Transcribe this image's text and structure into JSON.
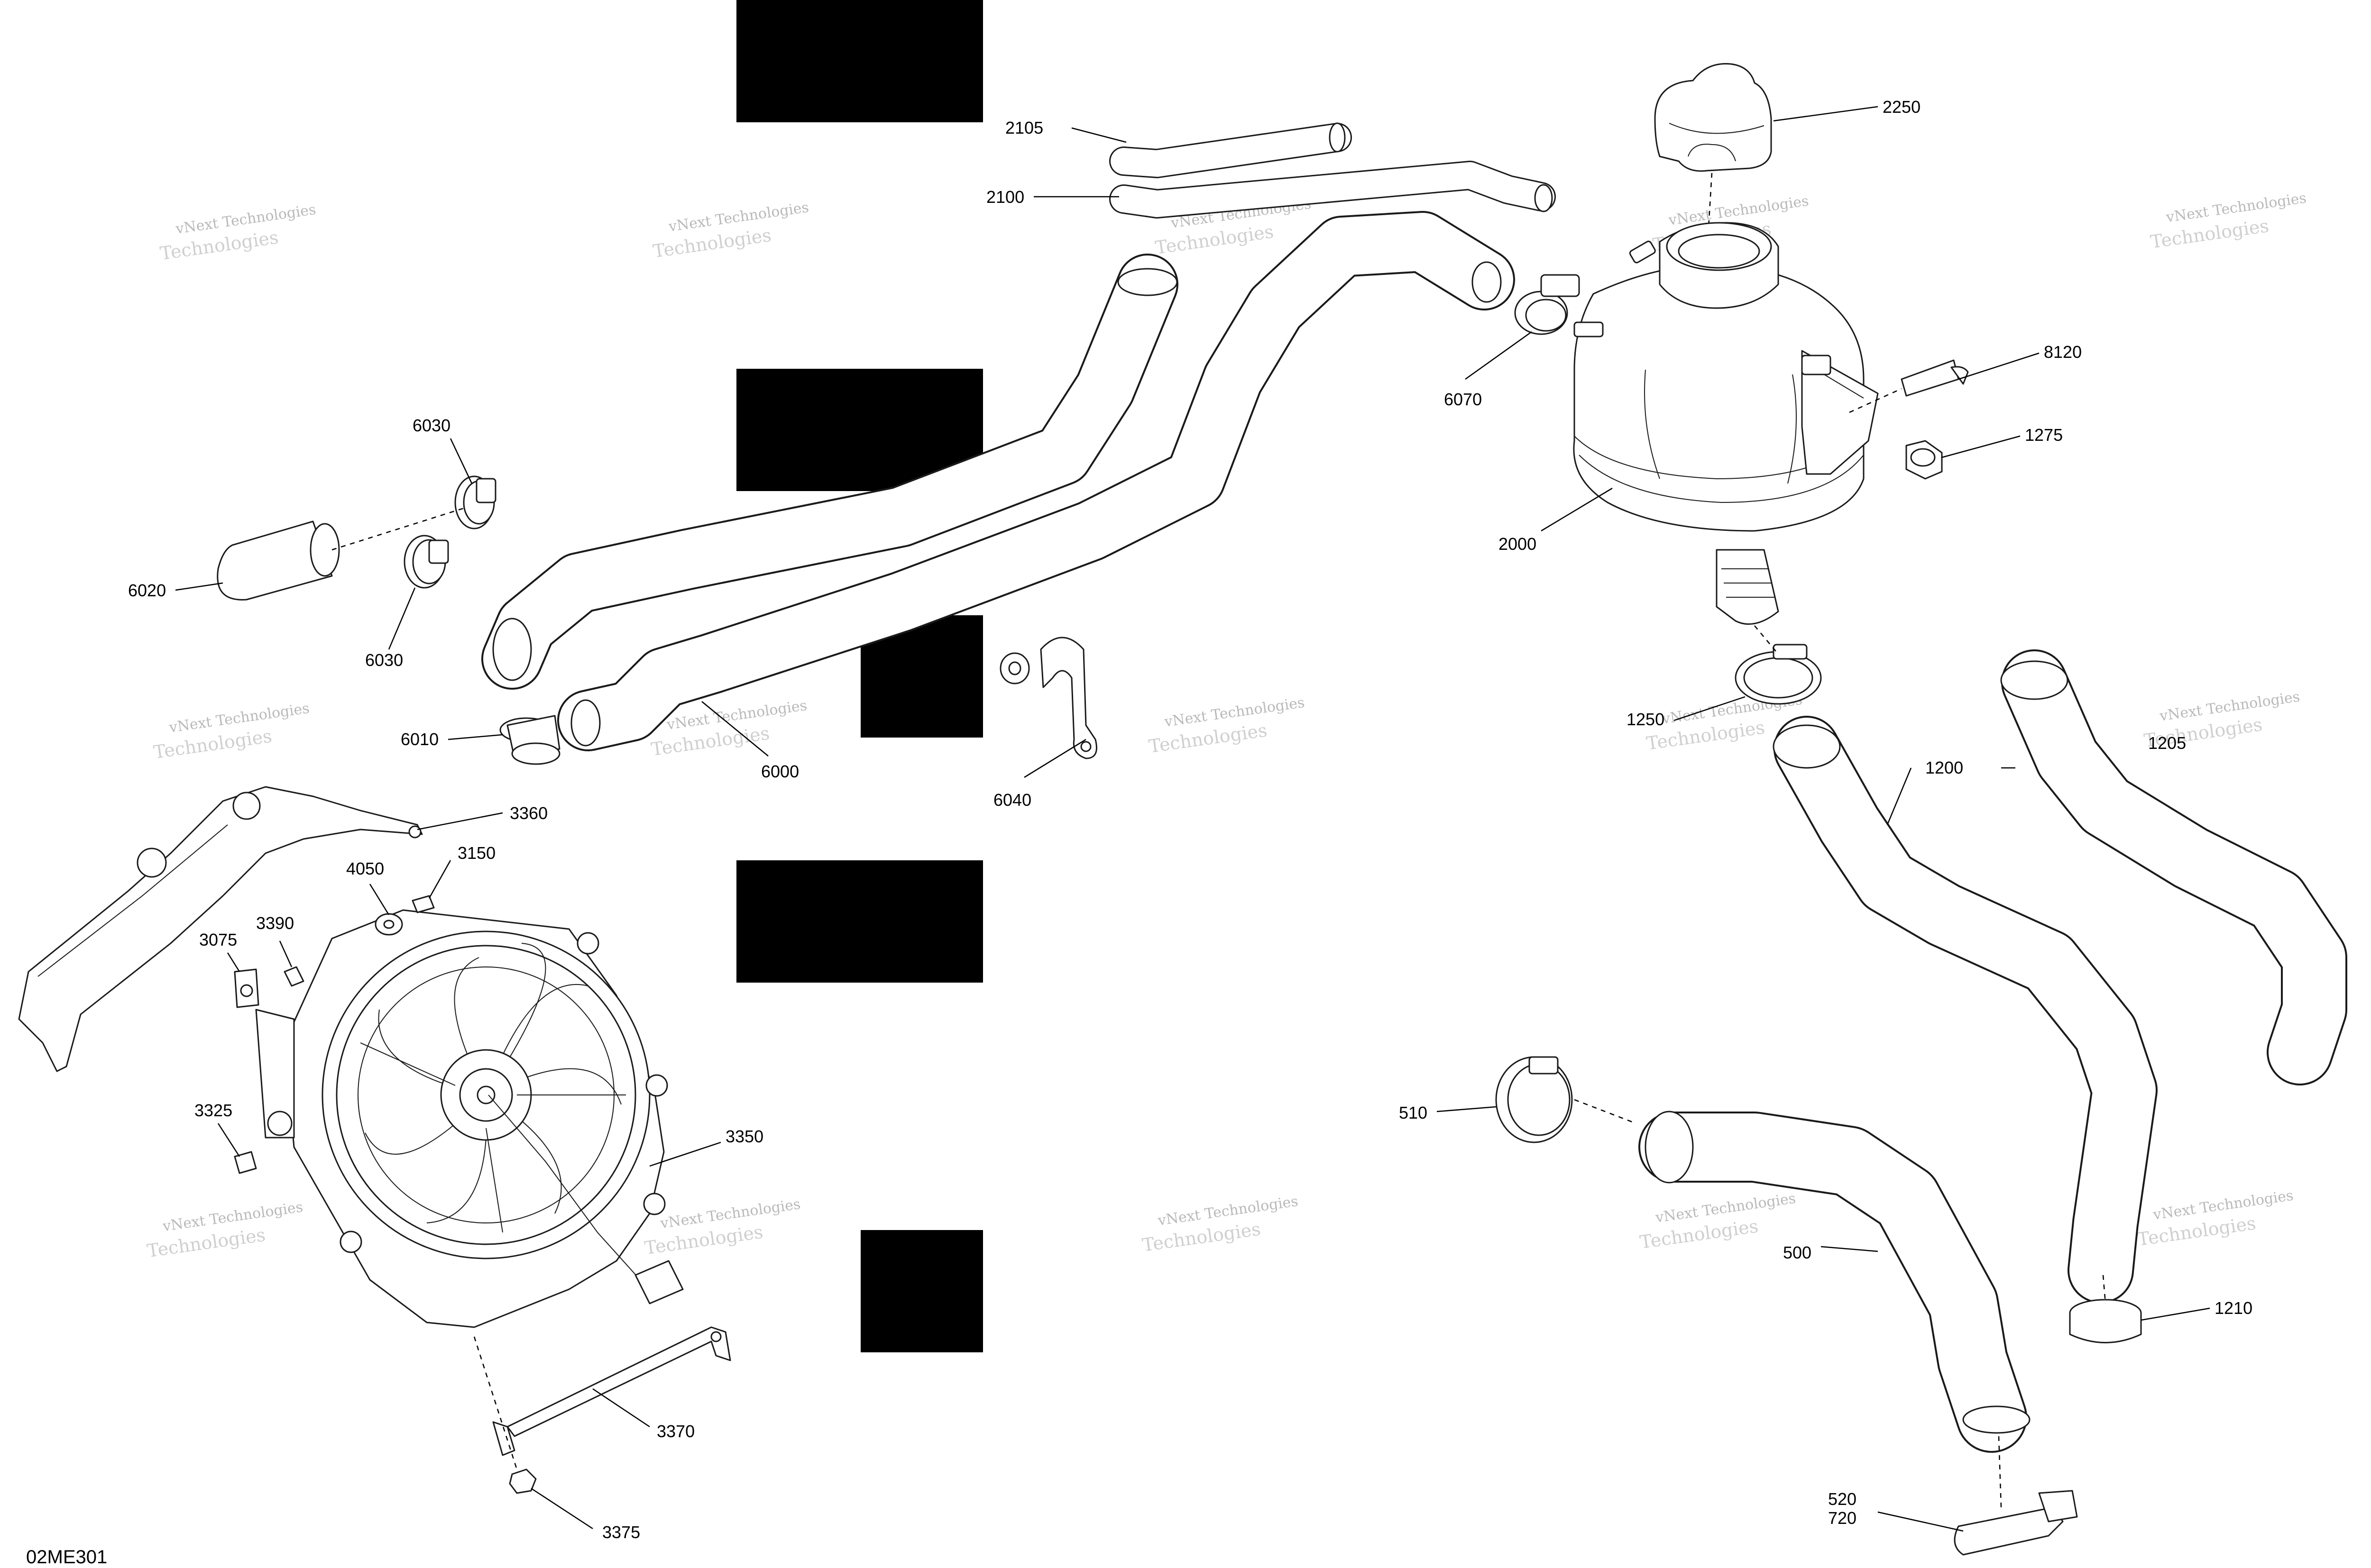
{
  "drawing_id": "02ME301",
  "watermark": {
    "line1": "vNext Technologies",
    "line2": "Technologies"
  },
  "icons": {
    "radiator_fan": "fan-assembly-icon",
    "reservoir": "coolant-reservoir-icon",
    "hose": "hose-icon",
    "clamp": "hose-clamp-icon",
    "cap": "pressure-cap-icon"
  },
  "colors": {
    "line": "#1a1a1a",
    "watermark": "#b9b9b9",
    "redaction": "#000000"
  },
  "callouts": [
    {
      "id": "2105",
      "label": "2105"
    },
    {
      "id": "2100",
      "label": "2100"
    },
    {
      "id": "2250",
      "label": "2250"
    },
    {
      "id": "6030a",
      "label": "6030"
    },
    {
      "id": "6030b",
      "label": "6030"
    },
    {
      "id": "6020",
      "label": "6020"
    },
    {
      "id": "6070",
      "label": "6070"
    },
    {
      "id": "8120",
      "label": "8120"
    },
    {
      "id": "1275",
      "label": "1275"
    },
    {
      "id": "2000",
      "label": "2000"
    },
    {
      "id": "6010",
      "label": "6010"
    },
    {
      "id": "6000",
      "label": "6000"
    },
    {
      "id": "6040",
      "label": "6040"
    },
    {
      "id": "1250",
      "label": "1250"
    },
    {
      "id": "1200",
      "label": "1200"
    },
    {
      "id": "1205",
      "label": "1205"
    },
    {
      "id": "3360",
      "label": "3360"
    },
    {
      "id": "4050",
      "label": "4050"
    },
    {
      "id": "3150",
      "label": "3150"
    },
    {
      "id": "3390",
      "label": "3390"
    },
    {
      "id": "3075",
      "label": "3075"
    },
    {
      "id": "3325",
      "label": "3325"
    },
    {
      "id": "3350",
      "label": "3350"
    },
    {
      "id": "510",
      "label": "510"
    },
    {
      "id": "500",
      "label": "500"
    },
    {
      "id": "1210",
      "label": "1210"
    },
    {
      "id": "3370",
      "label": "3370"
    },
    {
      "id": "3375",
      "label": "3375"
    },
    {
      "id": "520",
      "label": "520"
    },
    {
      "id": "720",
      "label": "720"
    }
  ]
}
